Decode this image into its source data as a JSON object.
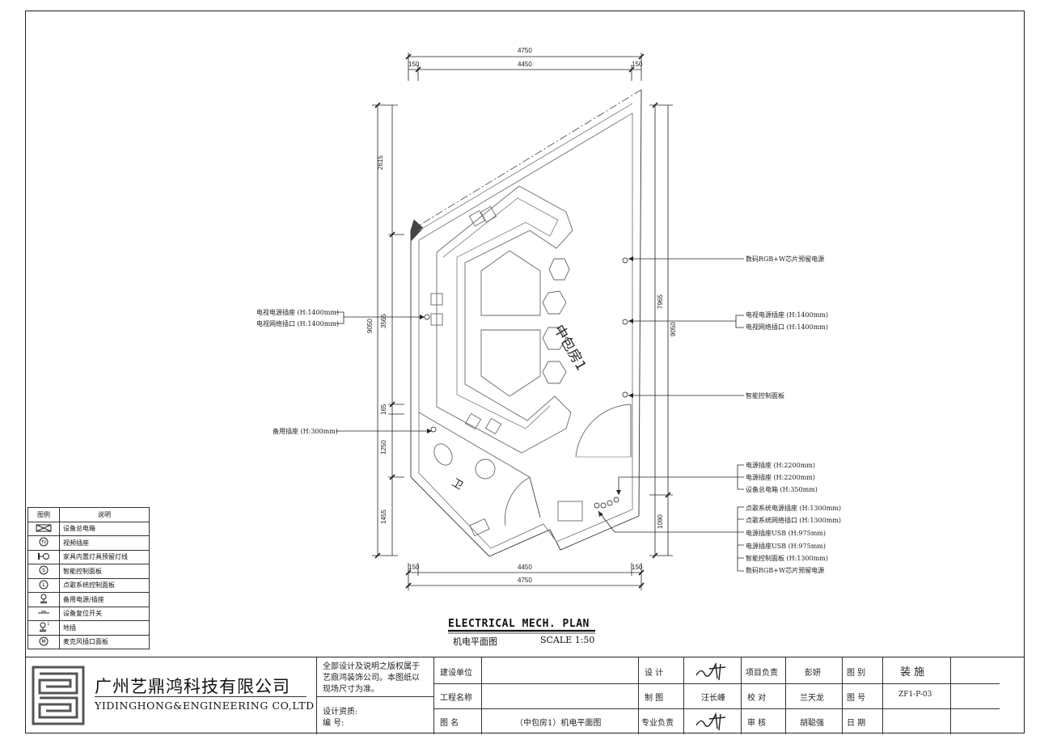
{
  "drawing": {
    "title_en": "ELECTRICAL MECH. PLAN",
    "title_cn": "机电平面图",
    "scale": "SCALE 1:50",
    "room_label": "中包房1",
    "toilet_label": "卫"
  },
  "dimensions": {
    "top_total": "4750",
    "top_inner": "4450",
    "top_left": "150",
    "top_right": "150",
    "bottom_total": "4750",
    "bottom_inner": "4450",
    "bottom_left": "150",
    "bottom_right": "150",
    "left_seg1": "2615",
    "left_seg2": "3565",
    "left_seg3": "165",
    "left_seg4": "1250",
    "left_seg5": "1455",
    "left_total": "9050",
    "right_seg1": "7965",
    "right_seg2": "1090",
    "right_total": "9050"
  },
  "annotations": {
    "left_tv_power": "电视电源插座 (H:1400mm)",
    "left_tv_network": "电视网络插口 (H:1400mm)",
    "left_spare": "备用插座 (H:300mm)",
    "right_rgb": "数码RGB+W芯片预留电源",
    "right_tv_power": "电视电源插座 (H:1400mm)",
    "right_tv_network": "电视网络插口 (H:1400mm)",
    "right_smart": "智能控制面板",
    "group1": [
      "电源插座 (H:2200mm)",
      "电源插座 (H:2200mm)",
      "设备总电箱 (H:350mm)"
    ],
    "group2": [
      "点歌系统电源插座 (H:1300mm)",
      "点歌系统网络插口 (H:1300mm)",
      "电源插座USB (H:975mm)",
      "电源插座USB (H:975mm)",
      "智能控制面板 (H:1300mm)",
      "数码RGB+W芯片预留电源"
    ]
  },
  "legend": {
    "header_symbol": "图例",
    "header_desc": "说明",
    "rows": [
      {
        "icon": "distribution-box-icon",
        "desc": "设备总电箱"
      },
      {
        "icon": "tv-socket-icon",
        "desc": "视频插座"
      },
      {
        "icon": "furniture-light-icon",
        "desc": "家具内置灯具预留灯线"
      },
      {
        "icon": "smart-panel-icon",
        "desc": "智能控制面板"
      },
      {
        "icon": "ktv-panel-icon",
        "desc": "点歌系统控制面板"
      },
      {
        "icon": "spare-socket-icon",
        "desc": "备用电源/插座"
      },
      {
        "icon": "reset-switch-icon",
        "desc": "设备复位开关"
      },
      {
        "icon": "floor-socket-icon",
        "desc": "地插"
      },
      {
        "icon": "mic-panel-icon",
        "desc": "麦克风插口面板"
      }
    ]
  },
  "title_block": {
    "company_cn": "广州艺鼎鸿科技有限公司",
    "company_en": "YIDINGHONG&ENGINEERING CO,LTD",
    "copyright": [
      "全部设计及说明之版权属于",
      "艺鼎鸿装饰公司。本图纸以",
      "现场尺寸为准。"
    ],
    "qualification": "设计资质:",
    "number_label": "编      号:",
    "client_label": "建设单位",
    "project_label": "工程名称",
    "drawing_name_label": "图      名",
    "drawing_name": "（中包房1）机电平面图",
    "design_label": "设      计",
    "draft_label": "制      图",
    "drafter": "汪长峰",
    "specialty_label": "专业负责",
    "pm_label": "项目负责",
    "pm": "彭妍",
    "check_label": "校      对",
    "checker": "兰天龙",
    "review_label": "审      核",
    "reviewer": "胡聪强",
    "category_label": "图      别",
    "category": "装  施",
    "number2_label": "图      号",
    "drawing_no": "ZF1-P-03",
    "date_label": "日      期"
  }
}
